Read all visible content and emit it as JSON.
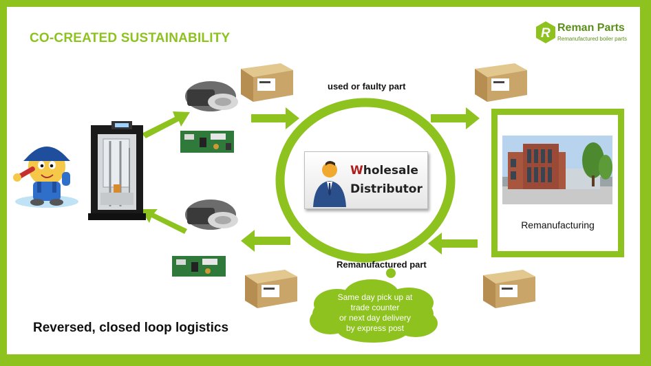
{
  "title": "CO-CREATED SUSTAINABILITY",
  "logo": {
    "name": "Reman Parts",
    "tagline": "Remanufactured boiler parts",
    "mark": "R"
  },
  "labels": {
    "used_part": "used or faulty part",
    "reman_part": "Remanufactured part",
    "remanufacturing": "Remanufacturing"
  },
  "distributor": {
    "line1_first": "W",
    "line1_rest": "holesale",
    "line2": "Distributor"
  },
  "cloud": [
    "Same day pick up at",
    "trade counter",
    "or next day delivery",
    "by express post"
  ],
  "footer": "Reversed, closed loop logistics",
  "colors": {
    "accent": "#8dc21f",
    "white": "#ffffff",
    "text": "#111111",
    "box": "#c8a46b",
    "red_letter": "#b01c1c"
  }
}
